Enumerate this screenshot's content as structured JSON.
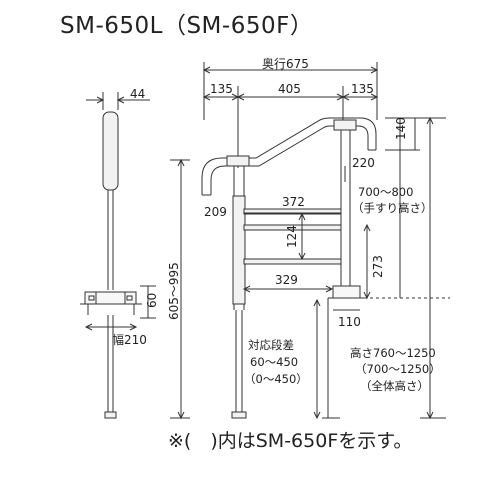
{
  "title": "SM-650L（SM-650F）",
  "labels": {
    "depth_total": "奥行675",
    "seg_left": "135",
    "seg_mid": "405",
    "seg_right": "135",
    "side_top": "44",
    "rail_rise": "140",
    "post_offset": "220",
    "handrail_height": "700～800",
    "handrail_height_note": "（手すり高さ）",
    "dim_209": "209",
    "dim_372": "372",
    "dim_124": "124",
    "dim_273": "273",
    "dim_329": "329",
    "dim_110": "110",
    "side_height": "605～995",
    "side_base": "60",
    "width": "幅210",
    "step_range_title": "対応段差",
    "step_range_1": "60～450",
    "step_range_2": "（0～450）",
    "total_height_1": "高さ760～1250",
    "total_height_2": "（700～1250）",
    "total_height_3": "（全体高さ）"
  },
  "footnote": "※(　)内はSM-650Fを示す。",
  "colors": {
    "line": "#333333",
    "tube_fill": "#f2f2f2"
  }
}
